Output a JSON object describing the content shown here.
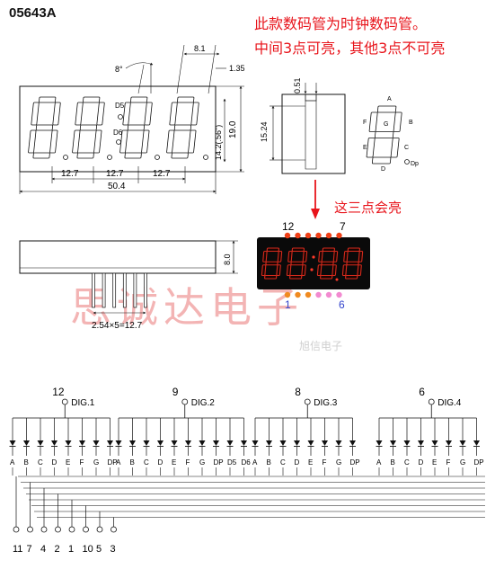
{
  "title": "05643A",
  "notes": {
    "line1": "此款数码管为时钟数码管。",
    "line2": "中间3点可亮，其他3点不可亮",
    "callout": "这三点会亮"
  },
  "watermark": {
    "main": "思诚达电子",
    "small": "旭信电子"
  },
  "dims": {
    "digit_pitch": "12.7",
    "total_width": "50.4",
    "height": "19.0",
    "digit_height": "14.2(.56\")",
    "top": "8.1",
    "seg_w": "1.35",
    "angle": "8°",
    "side_w": "0.51",
    "side_h": "15.24",
    "depth": "8.0",
    "pin_pitch": "2.54×5=12.7",
    "dp_labels": [
      "D5",
      "D6"
    ]
  },
  "segment_legend": {
    "labels": [
      "A",
      "B",
      "C",
      "D",
      "E",
      "F",
      "G",
      "Dp"
    ]
  },
  "photo": {
    "left_num": "12",
    "right_num": "7",
    "bottom_left": "1",
    "bottom_right": "6"
  },
  "schematic": {
    "digits": [
      {
        "label": "DIG.1",
        "pin": "12",
        "segs": [
          "A",
          "B",
          "C",
          "D",
          "E",
          "F",
          "G",
          "DP"
        ]
      },
      {
        "label": "DIG.2",
        "pin": "9",
        "segs": [
          "A",
          "B",
          "C",
          "D",
          "E",
          "F",
          "G",
          "DP",
          "D5",
          "D6"
        ]
      },
      {
        "label": "DIG.3",
        "pin": "8",
        "segs": [
          "A",
          "B",
          "C",
          "D",
          "E",
          "F",
          "G",
          "DP"
        ]
      },
      {
        "label": "DIG.4",
        "pin": "6",
        "segs": [
          "A",
          "B",
          "C",
          "D",
          "E",
          "F",
          "G",
          "DP"
        ]
      }
    ],
    "bottom_pins": [
      "11",
      "7",
      "4",
      "2",
      "1",
      "10",
      "5",
      "3"
    ]
  },
  "colors": {
    "red": "#e8141b",
    "line": "#111111",
    "photo_bg": "#0a0a0a",
    "seg_on": "#c8190f"
  }
}
